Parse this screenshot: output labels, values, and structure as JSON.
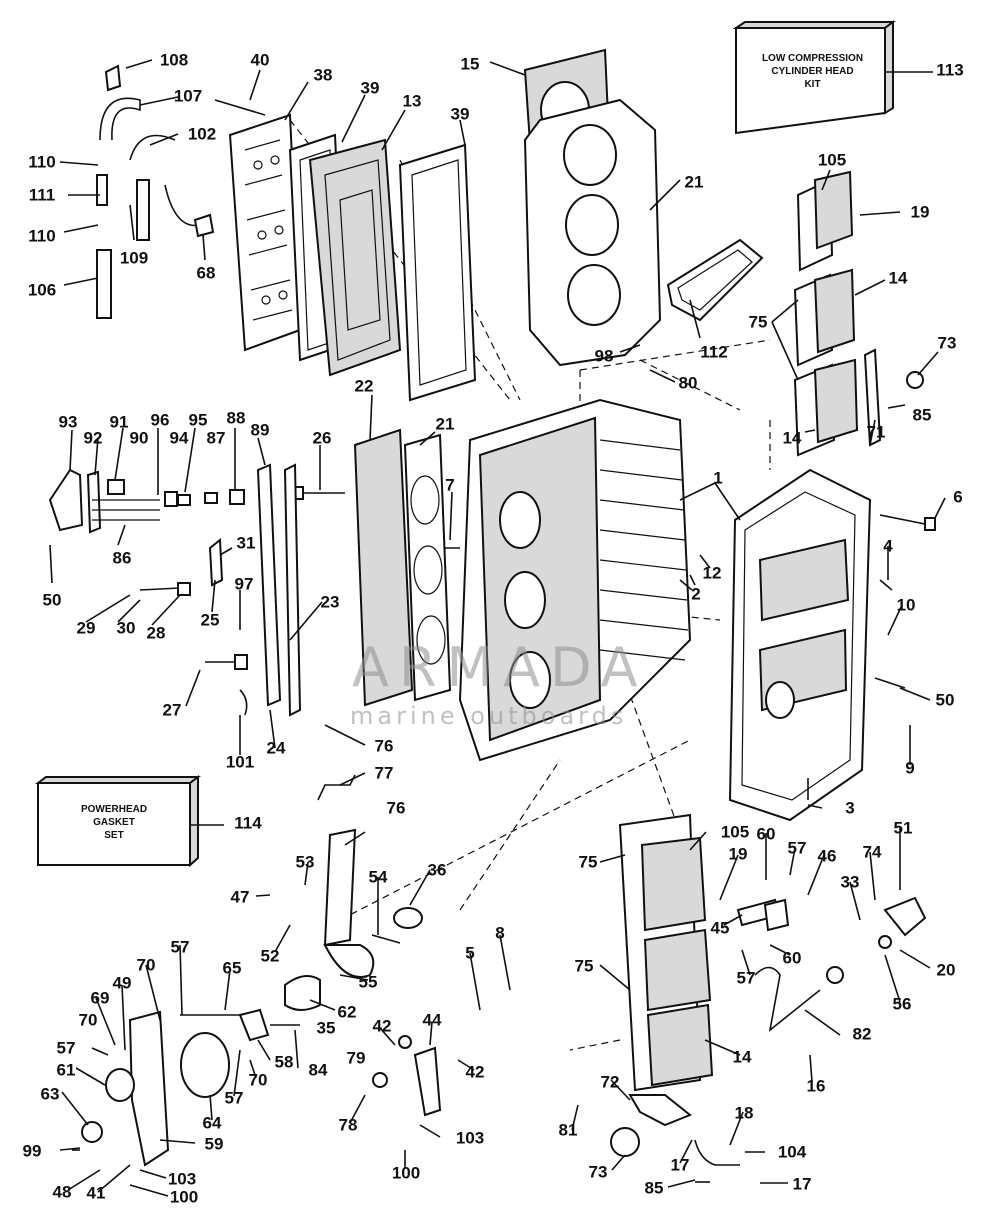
{
  "kits": {
    "low_compression": [
      "LOW COMPRESSION",
      "CYLINDER HEAD",
      "KIT"
    ],
    "powerhead_gasket": [
      "POWERHEAD",
      "GASKET",
      "SET"
    ]
  },
  "watermark": {
    "brand": "ARMADA",
    "tagline": "marine outboards"
  },
  "labels": {
    "l108": "108",
    "l40": "40",
    "l38": "38",
    "l107": "107",
    "l39a": "39",
    "l13": "13",
    "l15": "15",
    "l39b": "39",
    "l102": "102",
    "l110a": "110",
    "l111": "111",
    "l110b": "110",
    "l109": "109",
    "l106": "106",
    "l68": "68",
    "l113": "113",
    "l105a": "105",
    "l19a": "19",
    "l21a": "21",
    "l14a": "14",
    "l75a": "75",
    "l112": "112",
    "l73a": "73",
    "l98": "98",
    "l80": "80",
    "l85a": "85",
    "l71": "71",
    "l14b": "14",
    "l93": "93",
    "l91": "91",
    "l96": "96",
    "l95": "95",
    "l88": "88",
    "l92": "92",
    "l90": "90",
    "l94": "94",
    "l87": "87",
    "l89": "89",
    "l22": "22",
    "l21b": "21",
    "l26": "26",
    "l7": "7",
    "l1": "1",
    "l6": "6",
    "l86": "86",
    "l50a": "50",
    "l31": "31",
    "l4": "4",
    "l12": "12",
    "l2": "2",
    "l10": "10",
    "l29": "29",
    "l30": "30",
    "l28": "28",
    "l25": "25",
    "l97": "97",
    "l23": "23",
    "l50b": "50",
    "l27": "27",
    "l101": "101",
    "l24": "24",
    "l76a": "76",
    "l9": "9",
    "l77": "77",
    "l3": "3",
    "l114": "114",
    "l76b": "76",
    "l105b": "105",
    "l53": "53",
    "l36": "36",
    "l60a": "60",
    "l57a": "57",
    "l46": "46",
    "l51": "51",
    "l75b": "75",
    "l19b": "19",
    "l74": "74",
    "l47": "47",
    "l54": "54",
    "l33": "33",
    "l45": "45",
    "l52": "52",
    "l8": "8",
    "l60b": "60",
    "l5": "5",
    "l57b": "57",
    "l70a": "70",
    "l57c": "57",
    "l65": "65",
    "l75c": "75",
    "l20": "20",
    "l69": "69",
    "l49": "49",
    "l55": "55",
    "l56": "56",
    "l44": "44",
    "l62": "62",
    "l70b": "70",
    "l42a": "42",
    "l35": "35",
    "l82": "82",
    "l57d": "57",
    "l14c": "14",
    "l61": "61",
    "l58": "58",
    "l84": "84",
    "l79": "79",
    "l42b": "42",
    "l16": "16",
    "l70c": "70",
    "l72": "72",
    "l63": "63",
    "l57e": "57",
    "l64": "64",
    "l78": "78",
    "l81": "81",
    "l18": "18",
    "l59": "59",
    "l103a": "103",
    "l99": "99",
    "l100a": "100",
    "l73b": "73",
    "l17a": "17",
    "l104": "104",
    "l48": "48",
    "l41": "41",
    "l103b": "103",
    "l100b": "100",
    "l85b": "85",
    "l17b": "17"
  }
}
